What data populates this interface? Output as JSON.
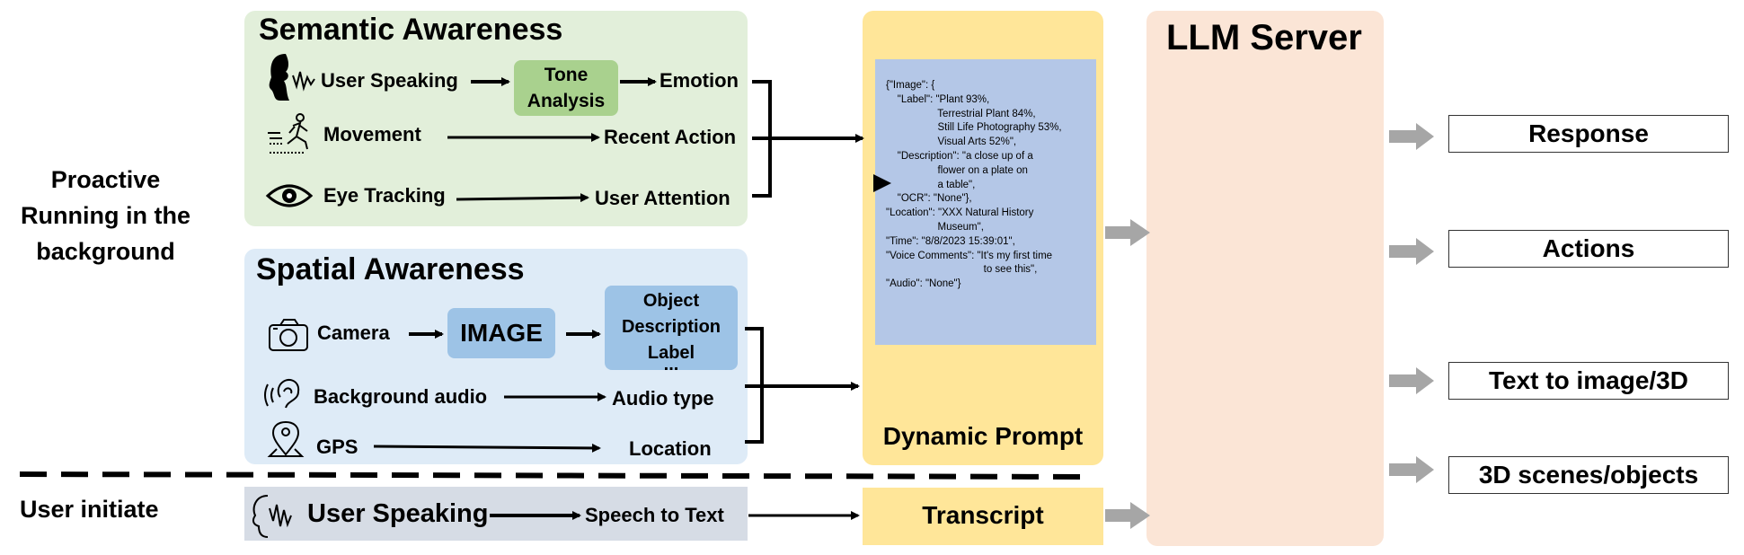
{
  "sidebar_labels": {
    "proactive": [
      "Proactive",
      "Running in the",
      "background"
    ],
    "user_initiate": "User initiate"
  },
  "semantic": {
    "title": "Semantic Awareness",
    "rows": {
      "user_speaking": "User Speaking",
      "tone_box": [
        "Tone",
        "Analysis"
      ],
      "emotion": "Emotion",
      "movement": "Movement",
      "recent_action": "Recent Action",
      "eye_tracking": "Eye Tracking",
      "user_attention": "User Attention"
    }
  },
  "spatial": {
    "title": "Spatial Awareness",
    "rows": {
      "camera": "Camera",
      "image_box": "IMAGE",
      "object_box": [
        "Object",
        "Description",
        "Label",
        "..."
      ],
      "background_audio": "Background audio",
      "audio_type": "Audio type",
      "gps": "GPS",
      "location": "Location"
    }
  },
  "user_speaking_bar": {
    "label": "User Speaking",
    "result": "Speech to Text"
  },
  "dynamic_prompt": {
    "title": "Dynamic Prompt",
    "json_text": "{\"Image\": {\n    \"Label\": \"Plant 93%,\n                  Terrestrial Plant 84%,\n                  Still Life Photography 53%,\n                  Visual Arts 52%\",\n    \"Description\": \"a close up of a\n                  flower on a plate on\n                  a table\",\n    \"OCR\": \"None\"},\n\"Location\": \"XXX Natural History\n                  Museum\",\n\"Time\": \"8/8/2023 15:39:01\",\n\"Voice Comments\": \"It's my first time\n                                  to see this\",\n\"Audio\": \"None\"}"
  },
  "transcript": {
    "label": "Transcript"
  },
  "llm_server": {
    "title": "LLM Server"
  },
  "outputs": [
    "Response",
    "Actions",
    "Text to image/3D",
    "3D scenes/objects"
  ],
  "colors": {
    "semantic_bg": "#e2efda",
    "spatial_bg": "#deebf7",
    "speaking_bar_bg": "#d6dce5",
    "tone_box": "#a9d18e",
    "image_box": "#9dc3e6",
    "prompt_bg": "#ffe699",
    "json_bg": "#b4c7e7",
    "llm_bg": "#fbe5d6",
    "gray_arrow": "#a6a6a6"
  }
}
